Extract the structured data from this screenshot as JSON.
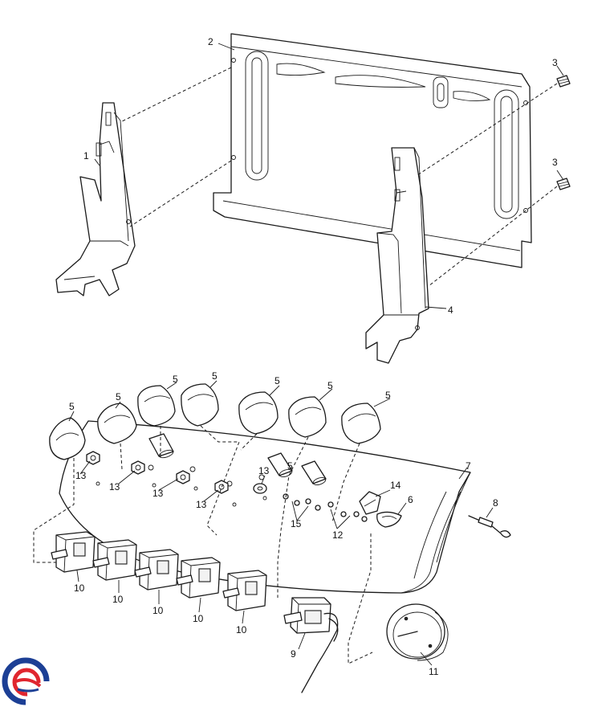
{
  "callouts": [
    {
      "id": "c1",
      "text": "1"
    },
    {
      "id": "c2",
      "text": "2"
    },
    {
      "id": "c3a",
      "text": "3"
    },
    {
      "id": "c3b",
      "text": "3"
    },
    {
      "id": "c4",
      "text": "4"
    },
    {
      "id": "c5a",
      "text": "5"
    },
    {
      "id": "c5b",
      "text": "5"
    },
    {
      "id": "c5c",
      "text": "5"
    },
    {
      "id": "c5d",
      "text": "5"
    },
    {
      "id": "c5e",
      "text": "5"
    },
    {
      "id": "c5f",
      "text": "5"
    },
    {
      "id": "c5g",
      "text": "5"
    },
    {
      "id": "c5h",
      "text": "5"
    },
    {
      "id": "c6",
      "text": "6"
    },
    {
      "id": "c7",
      "text": "7"
    },
    {
      "id": "c8",
      "text": "8"
    },
    {
      "id": "c9",
      "text": "9"
    },
    {
      "id": "c10a",
      "text": "10"
    },
    {
      "id": "c10b",
      "text": "10"
    },
    {
      "id": "c10c",
      "text": "10"
    },
    {
      "id": "c10d",
      "text": "10"
    },
    {
      "id": "c10e",
      "text": "10"
    },
    {
      "id": "c11",
      "text": "11"
    },
    {
      "id": "c12",
      "text": "12"
    },
    {
      "id": "c13a",
      "text": "13"
    },
    {
      "id": "c13b",
      "text": "13"
    },
    {
      "id": "c13c",
      "text": "13"
    },
    {
      "id": "c13d",
      "text": "13"
    },
    {
      "id": "c13e",
      "text": "13"
    },
    {
      "id": "c14",
      "text": "14"
    },
    {
      "id": "c15",
      "text": "15"
    }
  ],
  "logo": {
    "icon": "swirl-logo-icon",
    "colors": [
      "#1c3f95",
      "#e0262f"
    ]
  }
}
